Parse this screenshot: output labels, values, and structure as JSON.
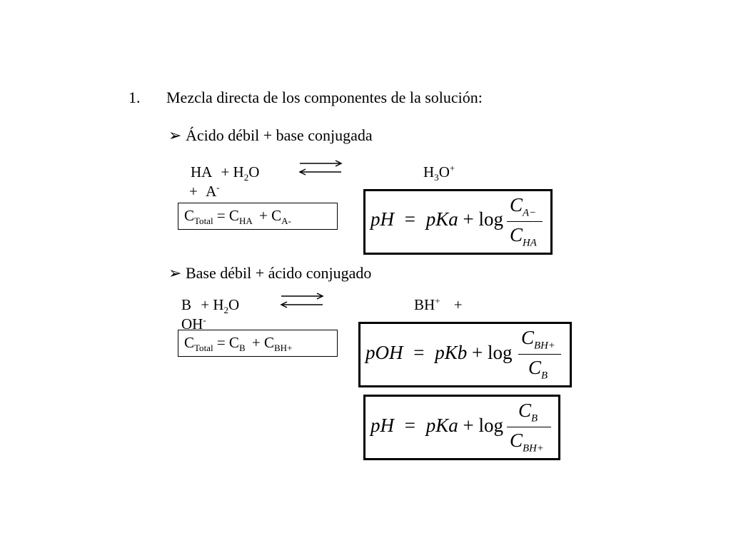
{
  "list": {
    "number": "1.",
    "heading": "Mezcla directa de los componentes de la solución:"
  },
  "section_acid": {
    "bullet": "➢",
    "title": "Ácido débil  + base conjugada",
    "reaction": {
      "reactant1": "HA",
      "plus1": "+",
      "reactant2_base": "H",
      "reactant2_sub": "2",
      "reactant2_tail": "O",
      "product1_base": "H",
      "product1_sub": "3",
      "product1_tail": "O",
      "product1_sup": "+",
      "plus2": "+",
      "product2_base": "A",
      "product2_sup": "-"
    },
    "total": {
      "lhs_base": "C",
      "lhs_sub": "Total",
      "eq": "=",
      "t1_base": "C",
      "t1_sub": "HA",
      "plus": "+",
      "t2_base": "C",
      "t2_sub": "A-"
    },
    "formula": {
      "lhs": "pH",
      "eq": "=",
      "rhs": "pKa",
      "plus": "+",
      "log": "log",
      "num_base": "C",
      "num_sub": "A−",
      "den_base": "C",
      "den_sub": "HA"
    }
  },
  "section_base": {
    "bullet": "➢",
    "title": "Base débil  + ácido conjugado",
    "reaction": {
      "reactant1": "B",
      "plus1": "+",
      "reactant2_base": "H",
      "reactant2_sub": "2",
      "reactant2_tail": "O",
      "product1_base": "BH",
      "product1_sup": "+",
      "plus2": "+",
      "product2_base": "OH",
      "product2_sup": "-"
    },
    "total": {
      "lhs_base": "C",
      "lhs_sub": "Total",
      "eq": "=",
      "t1_base": "C",
      "t1_sub": "B",
      "plus": "+",
      "t2_base": "C",
      "t2_sub": "BH+"
    },
    "formula_poh": {
      "lhs": "pOH",
      "eq": "=",
      "rhs": "pKb",
      "plus": "+",
      "log": "log",
      "num_base": "C",
      "num_sub": "BH+",
      "den_base": "C",
      "den_sub": "B"
    },
    "formula_ph": {
      "lhs": "pH",
      "eq": "=",
      "rhs": "pKa",
      "plus": "+",
      "log": "log",
      "num_base": "C",
      "num_sub": "B",
      "den_base": "C",
      "den_sub": "BH+"
    }
  }
}
